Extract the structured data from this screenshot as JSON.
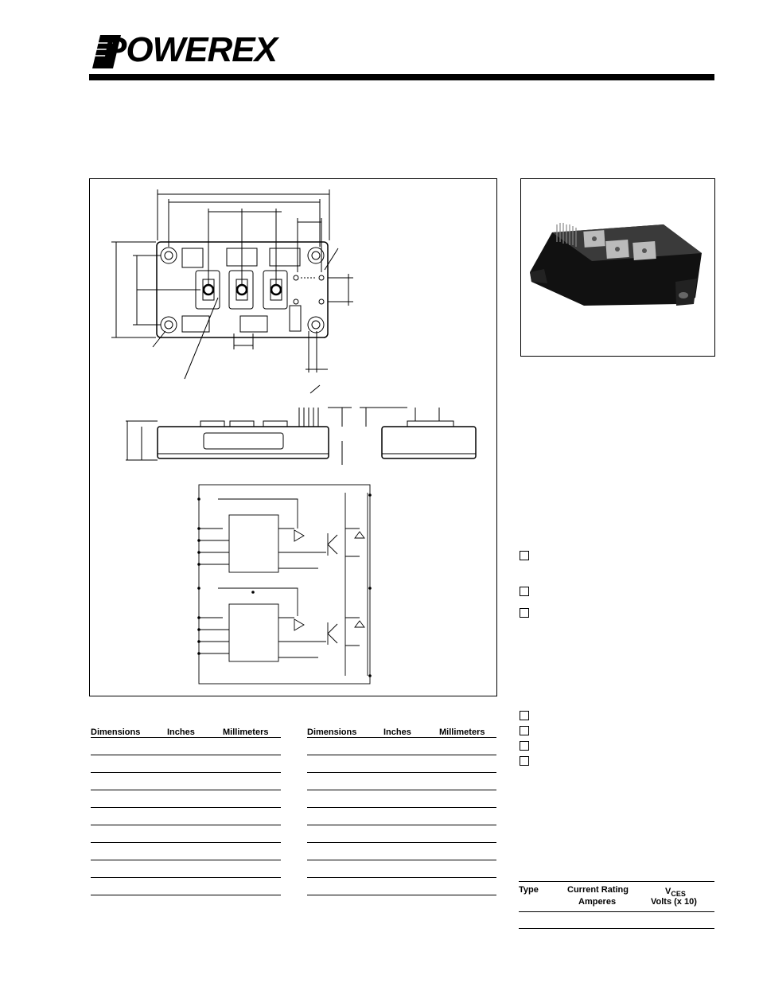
{
  "brand": {
    "name": "POWEREX"
  },
  "left_table": {
    "headers": [
      "Dimensions",
      "Inches",
      "Millimeters"
    ],
    "rows": 9
  },
  "right_table": {
    "headers": [
      "Dimensions",
      "Inches",
      "Millimeters"
    ],
    "rows": 9
  },
  "type_table": {
    "col_type": "Type",
    "col_current_1": "Current Rating",
    "col_current_2": "Amperes",
    "col_vces": "V",
    "col_vces_sub": "CES",
    "col_vces_2": "Volts (x 10)"
  },
  "checkboxes": {
    "count": 7
  }
}
